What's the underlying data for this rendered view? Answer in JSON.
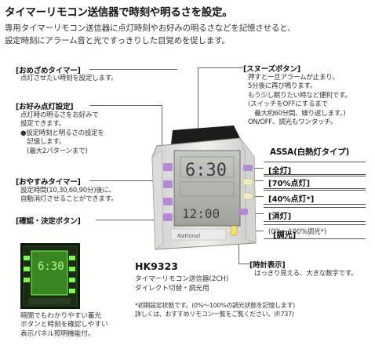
{
  "headline": "タイマーリモコン送信器で時刻や明るさを設定。",
  "intro": {
    "line1": "専用タイマーリモコン送信器に点灯時刻やお好みの明るさなどを記憶させると、",
    "line2": "設定時刻にアラーム音と光ですっきりした目覚めを促します。"
  },
  "left_labels": [
    {
      "title": "[おめざめタイマー]",
      "lines": [
        "点灯させたい時刻を設定します。"
      ]
    },
    {
      "title": "[お好み点灯設定]",
      "lines": [
        "点灯時の明るさをお好みで",
        "設定できます。",
        "●設定時刻と明るさの設定を",
        "　記憶します。",
        "　(最大2パターンまで)"
      ]
    },
    {
      "title": "[おやすみタイマー]",
      "lines": [
        "設定時間(10,30,60,90分)後に、",
        "自動消灯させることができます。"
      ]
    },
    {
      "title": "[確認・決定ボタン]",
      "lines": []
    }
  ],
  "snooze": {
    "title": "[スヌーズボタン]",
    "lines": [
      "押すと一旦アラームが止まり、",
      "5分後に再び鳴ります。",
      "もう少し眠りたい時など便利です。",
      "(スイッチをOFFにするまで",
      "　最大約60分間、繰り返します。)",
      "ON/OFF、調光もワンタッチ。"
    ]
  },
  "assa_label": "ASSA(白熱灯タイプ)",
  "right_buttons": [
    {
      "label": "[全灯]",
      "sub": ""
    },
    {
      "label": "[70%点灯]",
      "sub": ""
    },
    {
      "label": "[40%点灯*]",
      "sub": ""
    },
    {
      "label": "[消灯]",
      "sub": ""
    },
    {
      "label": "[調光]",
      "sub": "(0%～100%調光*)"
    }
  ],
  "clock": {
    "title": "[時計表示]",
    "desc": "はっきり見える、大きな数字です。",
    "display_time": "6:30",
    "display_small": "12:00",
    "display_big": "6:30",
    "logo": "National"
  },
  "model": {
    "name": "HK9323",
    "line1": "タイマーリモコン送信器(2CH)",
    "line2": "ダイレクト切替・調光用"
  },
  "notes": {
    "line1": "*初期設定状態です。(0%～100%の調光状態を記憶します)",
    "line2": "詳しくは、おすすめリモコン一覧をご覧ください。(P.737)"
  },
  "caption": {
    "line1": "暗闇でもわかりやすい蓄光",
    "line2": "ボタンと時刻を確認しやすい",
    "line3": "表示パネル照明機能付。"
  },
  "colors": {
    "device_body": "#e8e8e6",
    "lcd": "#b9bcb6",
    "green_glow": "#7cff4a",
    "purple_button": "#b48ad8"
  }
}
